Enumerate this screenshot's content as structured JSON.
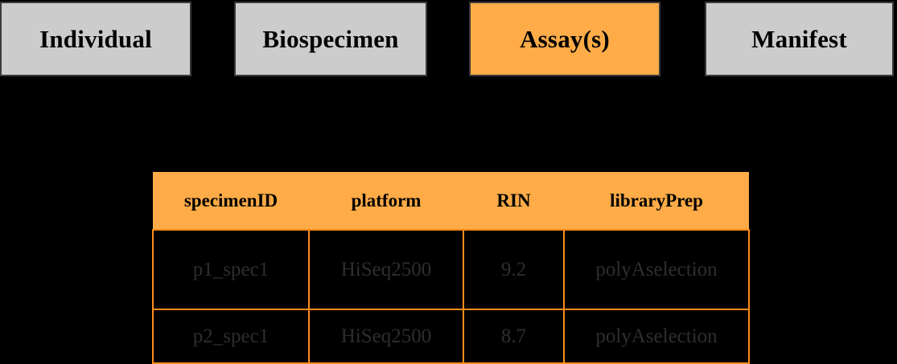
{
  "tabs": [
    {
      "id": "individual",
      "label": "Individual",
      "active": false
    },
    {
      "id": "biospecimen",
      "label": "Biospecimen",
      "active": false
    },
    {
      "id": "assays",
      "label": "Assay(s)",
      "active": true
    },
    {
      "id": "manifest",
      "label": "Manifest",
      "active": false
    }
  ],
  "colors": {
    "background": "#000000",
    "tab_inactive": "#cccccc",
    "tab_active": "#ffab47",
    "table_header": "#ffab47",
    "table_border": "#ff8c1a",
    "table_cell_background": "#000000",
    "table_cell_text": "#2e2e2e",
    "header_text": "#000000"
  },
  "table": {
    "columns": [
      {
        "key": "specimenID",
        "label": "specimenID"
      },
      {
        "key": "platform",
        "label": "platform"
      },
      {
        "key": "RIN",
        "label": "RIN"
      },
      {
        "key": "libraryPrep",
        "label": "libraryPrep"
      }
    ],
    "rows": [
      {
        "specimenID": "p1_spec1",
        "platform": "HiSeq2500",
        "RIN": "9.2",
        "libraryPrep": "polyAselection"
      },
      {
        "specimenID": "p2_spec1",
        "platform": "HiSeq2500",
        "RIN": "8.7",
        "libraryPrep": "polyAselection"
      }
    ]
  }
}
